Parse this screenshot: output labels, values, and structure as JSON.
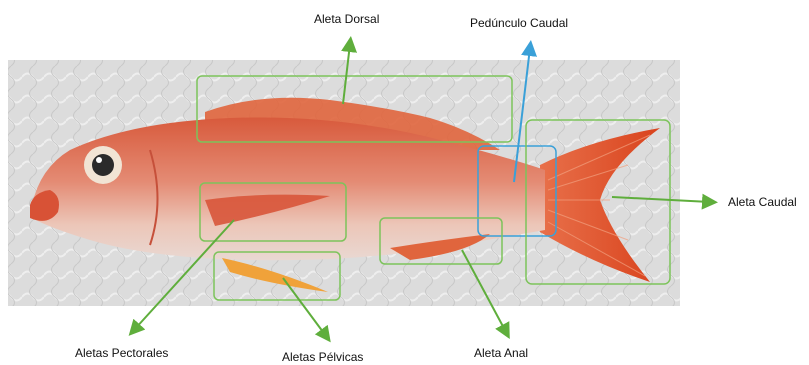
{
  "labels": {
    "dorsal": "Aleta Dorsal",
    "peduncle": "Pedúnculo Caudal",
    "caudal": "Aleta Caudal",
    "pectoral": "Aletas Pectorales",
    "pelvic": "Aletas Pélvicas",
    "anal": "Aleta Anal"
  },
  "colors": {
    "green_box": "#7dc35b",
    "green_arrow": "#5fae3c",
    "blue_box": "#3aa0d8",
    "fish_body": "#e8826a",
    "fish_fin": "#e2552e",
    "background_towel": "#dedede"
  }
}
